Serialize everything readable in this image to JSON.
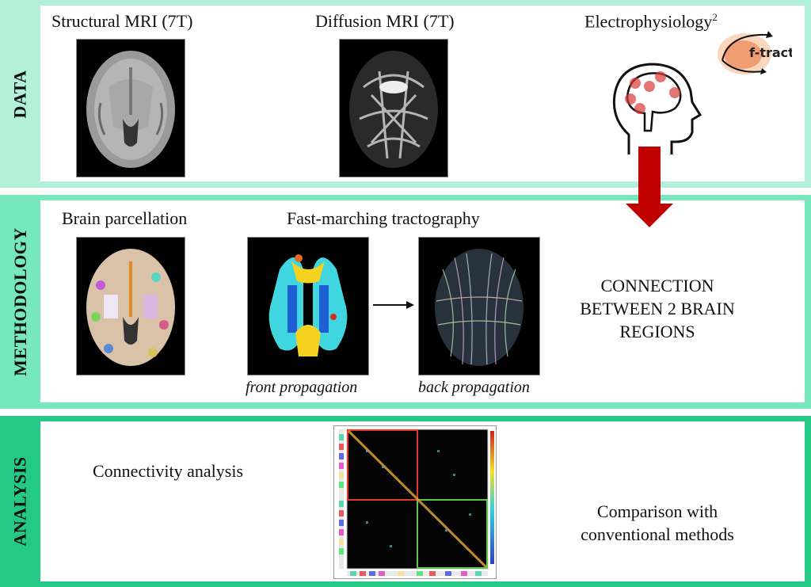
{
  "colors": {
    "data_band": "#b3f0da",
    "methodology_band": "#77e8bd",
    "analysis_band": "#23c985",
    "arrow_red": "#c00000",
    "matrix_intra_left": "#e03a2f",
    "matrix_intra_right": "#5cc84a"
  },
  "sections": {
    "data": {
      "label": "DATA",
      "items": [
        {
          "title": "Structural MRI (7T)",
          "image": "brain-mri-t1-axial"
        },
        {
          "title": "Diffusion MRI (7T)",
          "image": "brain-dmri-axial"
        },
        {
          "title": "Electrophysiology",
          "superscript": "2",
          "image": "head-with-electrodes-icon"
        }
      ],
      "logo_text": "f-tract"
    },
    "methodology": {
      "label": "METHODOLOGY",
      "parcellation_title": "Brain parcellation",
      "tractography_title": "Fast-marching tractography",
      "front_caption": "front propagation",
      "back_caption": "back propagation",
      "result_lines": [
        "CONNECTION",
        "BETWEEN 2 BRAIN",
        "REGIONS"
      ]
    },
    "analysis": {
      "label": "ANALYSIS",
      "left_text": "Connectivity analysis",
      "right_lines": [
        "Comparison with",
        "conventional methods"
      ]
    }
  }
}
